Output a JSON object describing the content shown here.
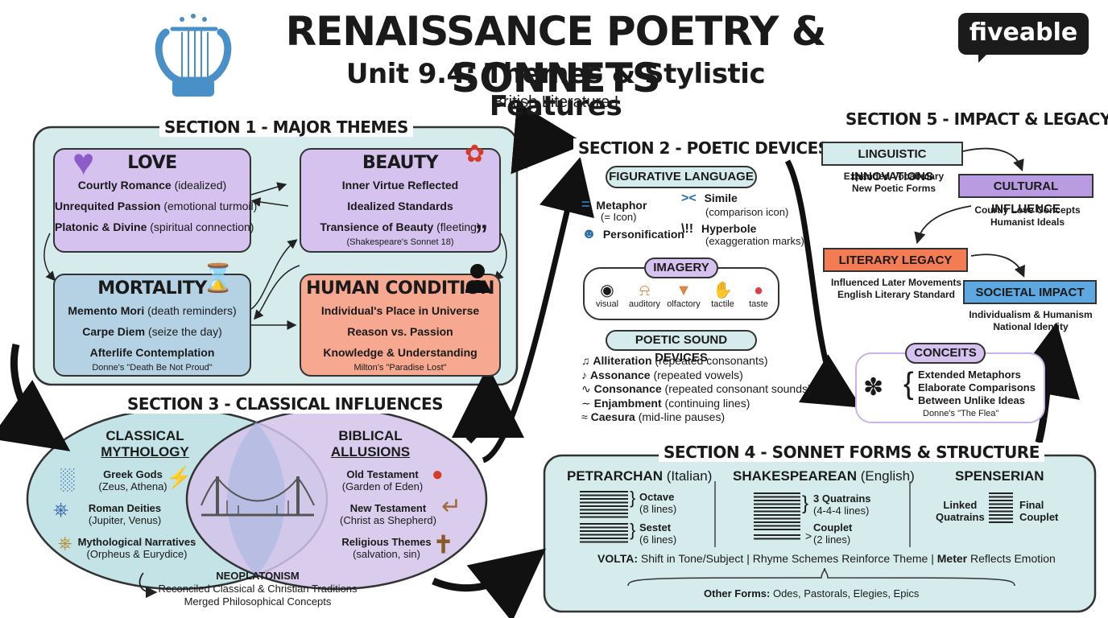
{
  "header": {
    "title": "RENAISSANCE POETRY & SONNETS",
    "subtitle": "Unit 9.4: Themes & Stylistic Features",
    "course": "British Literature I",
    "brand": "fiveable"
  },
  "section1": {
    "title": "SECTION 1 - MAJOR THEMES",
    "love": {
      "title": "LOVE",
      "items": [
        {
          "bold": "Courtly Romance",
          "note": "(idealized)"
        },
        {
          "bold": "Unrequited Passion",
          "note": "(emotional turmoil)"
        },
        {
          "bold": "Platonic & Divine",
          "note": "(spiritual connection)"
        }
      ]
    },
    "beauty": {
      "title": "BEAUTY",
      "items": [
        {
          "bold": "Inner Virtue Reflected",
          "note": ""
        },
        {
          "bold": "Idealized Standards",
          "note": ""
        },
        {
          "bold": "Transience of Beauty",
          "note": "(fleeting)"
        }
      ],
      "example": "(Shakespeare's Sonnet 18)"
    },
    "mortality": {
      "title": "MORTALITY",
      "items": [
        {
          "bold": "Memento Mori",
          "note": "(death reminders)"
        },
        {
          "bold": "Carpe Diem",
          "note": "(seize the day)"
        },
        {
          "bold": "Afterlife Contemplation",
          "note": ""
        }
      ],
      "example": "Donne's \"Death Be Not Proud\""
    },
    "human": {
      "title": "HUMAN CONDITION",
      "items": [
        {
          "bold": "Individual's Place in Universe",
          "note": ""
        },
        {
          "bold": "Reason vs. Passion",
          "note": ""
        },
        {
          "bold": "Knowledge & Understanding",
          "note": ""
        }
      ],
      "example": "Milton's \"Paradise Lost\""
    }
  },
  "section2": {
    "title": "SECTION 2 - POETIC DEVICES",
    "figurative": {
      "title": "FIGURATIVE LANGUAGE",
      "metaphor": "Metaphor",
      "metaphor_note": "(= Icon)",
      "simile": "Simile",
      "simile_note": "(comparison icon)",
      "personification": "Personification",
      "hyperbole": "Hyperbole",
      "hyperbole_note": "(exaggeration marks)"
    },
    "imagery": {
      "title": "IMAGERY",
      "senses": [
        "visual",
        "auditory",
        "olfactory",
        "tactile",
        "taste"
      ]
    },
    "sound": {
      "title": "POETIC SOUND DEVICES",
      "items": [
        {
          "bold": "Alliteration",
          "note": "(repeated consonants)"
        },
        {
          "bold": "Assonance",
          "note": "(repeated vowels)"
        },
        {
          "bold": "Consonance",
          "note": "(repeated consonant sounds)"
        },
        {
          "bold": "Enjambment",
          "note": "(continuing lines)"
        },
        {
          "bold": "Caesura",
          "note": "(mid-line pauses)"
        }
      ]
    }
  },
  "section3": {
    "title": "SECTION 3 - CLASSICAL INFLUENCES",
    "mythology": {
      "title1": "CLASSICAL",
      "title2": "MYTHOLOGY",
      "items": [
        {
          "bold": "Greek Gods",
          "note": "(Zeus, Athena)"
        },
        {
          "bold": "Roman Deities",
          "note": "(Jupiter, Venus)"
        },
        {
          "bold": "Mythological Narratives",
          "note": "(Orpheus & Eurydice)"
        }
      ]
    },
    "biblical": {
      "title1": "BIBLICAL",
      "title2": "ALLUSIONS",
      "items": [
        {
          "bold": "Old Testament",
          "note": "(Garden of Eden)"
        },
        {
          "bold": "New Testament",
          "note": "(Christ as Shepherd)"
        },
        {
          "bold": "Religious Themes",
          "note": "(salvation, sin)"
        }
      ]
    },
    "neo": {
      "title": "NEOPLATONISM",
      "line1": "Reconciled Classical & Christian Traditions",
      "line2": "Merged Philosophical Concepts"
    }
  },
  "section4": {
    "title": "SECTION 4 - SONNET FORMS & STRUCTURE",
    "petrarchan": {
      "name": "PETRARCHAN",
      "origin": "(Italian)",
      "octave": "Octave",
      "octave_note": "(8 lines)",
      "sestet": "Sestet",
      "sestet_note": "(6 lines)"
    },
    "shakespearean": {
      "name": "SHAKESPEAREAN",
      "origin": "(English)",
      "quatrains": "3 Quatrains",
      "quatrains_note": "(4-4-4 lines)",
      "couplet": "Couplet",
      "couplet_note": "(2 lines)"
    },
    "spenserian": {
      "name": "SPENSERIAN",
      "linked1": "Linked",
      "linked2": "Quatrains",
      "final1": "Final",
      "final2": "Couplet"
    },
    "volta_label": "VOLTA:",
    "volta_text": "Shift in Tone/Subject | Rhyme Schemes Reinforce Theme |",
    "meter_label": "Meter",
    "meter_text": "Reflects Emotion",
    "other_label": "Other Forms:",
    "other_text": "Odes, Pastorals, Elegies, Epics"
  },
  "section5": {
    "title": "SECTION 5 - IMPACT & LEGACY",
    "linguistic": {
      "title": "LINGUISTIC INNOVATIONS",
      "line1": "Expanded Vocabulary",
      "line2": "New Poetic Forms"
    },
    "cultural": {
      "title": "CULTURAL INFLUENCE",
      "line1": "Courtly Love Concepts",
      "line2": "Humanist Ideals"
    },
    "literary": {
      "title": "LITERARY LEGACY",
      "line1": "Influenced Later Movements",
      "line2": "English Literary Standard"
    },
    "societal": {
      "title": "SOCIETAL IMPACT",
      "line1": "Individualism & Humanism",
      "line2": "National Identity"
    },
    "conceits": {
      "title": "CONCEITS",
      "items": [
        "Extended Metaphors",
        "Elaborate Comparisons",
        "Between Unlike Ideas"
      ],
      "example": "Donne's \"The Flea\""
    }
  },
  "colors": {
    "teal_bg": "#d6ecec",
    "purple": "#d9c7ee",
    "blue": "#b7d4e6",
    "salmon": "#f4a98f",
    "orange_banner": "#f47c55",
    "lyre_blue": "#4a90c8"
  },
  "icons": [
    "lyre-icon",
    "heart-icon",
    "rose-icon",
    "hourglass-icon",
    "person-icon",
    "column-icon",
    "lightning-icon",
    "harp-icon",
    "apple-icon",
    "crook-icon",
    "cross-icon",
    "bridge-icon",
    "eye-icon",
    "ear-icon",
    "nose-icon",
    "hand-icon",
    "tongue-icon",
    "flea-icon"
  ]
}
